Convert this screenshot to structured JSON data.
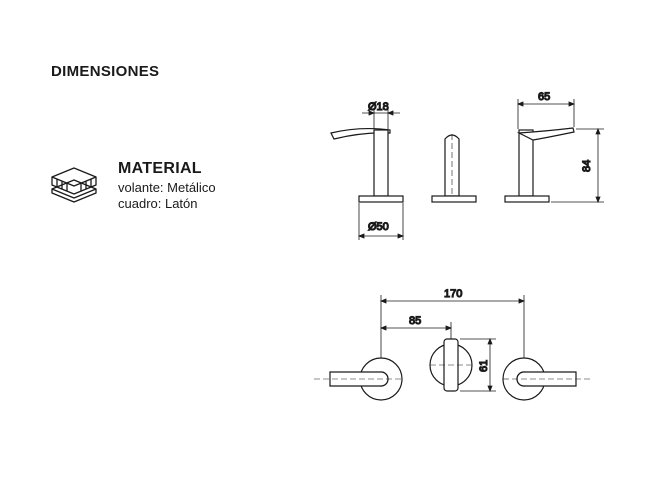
{
  "title": "DIMENSIONES",
  "material": {
    "heading": "MATERIAL",
    "lines": [
      "volante: Metálico",
      "cuadro: Latón"
    ],
    "icon": "layered-material-icon"
  },
  "dimensions": {
    "stem_diameter": "Ø18",
    "base_diameter": "Ø50",
    "projection": "65",
    "height": "84",
    "total_spacing": "170",
    "half_spacing": "85",
    "plate_height": "61"
  }
}
